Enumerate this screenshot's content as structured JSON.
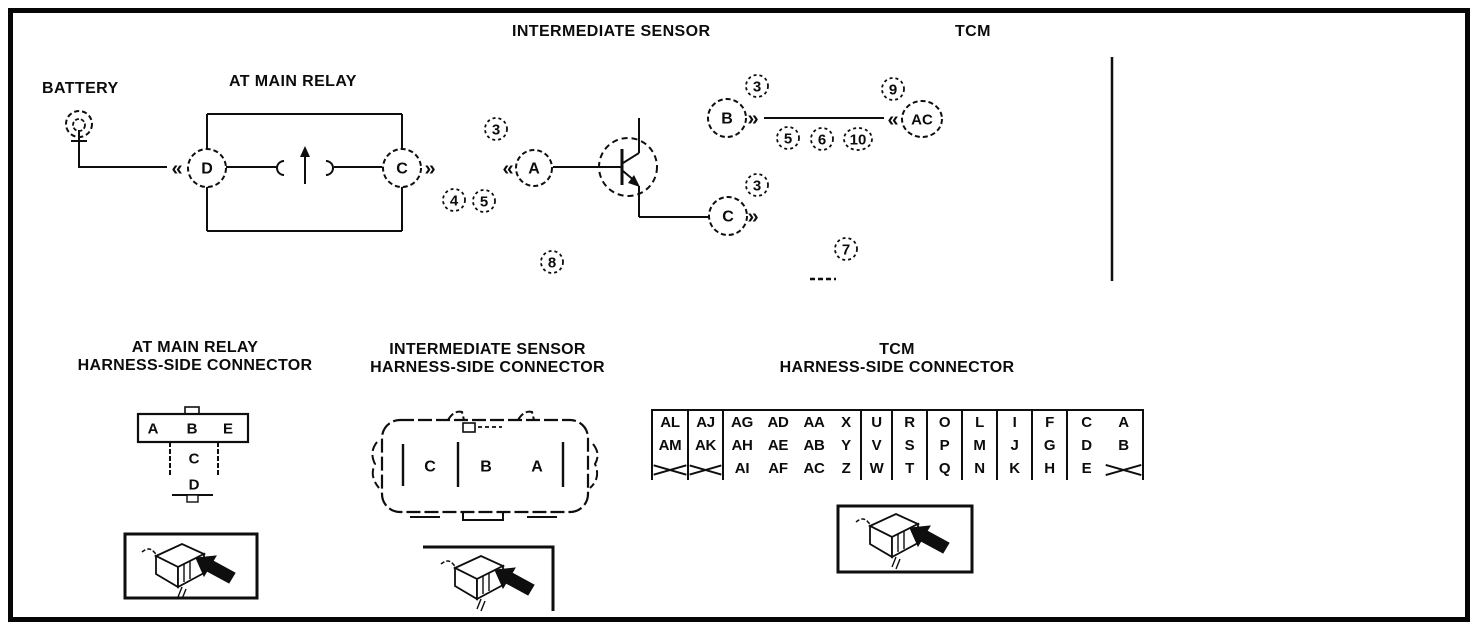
{
  "diagram": {
    "top_labels": {
      "intermediate_sensor": "INTERMEDIATE SENSOR",
      "tcm": "TCM"
    },
    "battery_label": "BATTERY",
    "relay_label": "AT MAIN RELAY",
    "terminals": {
      "relay_d": "D",
      "relay_c": "C",
      "sensor_a": "A",
      "sensor_b": "B",
      "sensor_c": "C",
      "tcm_ac": "AC"
    },
    "callouts": {
      "n3_a": "3",
      "n4": "4",
      "n5_a": "5",
      "n8": "8",
      "n3_b": "3",
      "n9": "9",
      "n5_b": "5",
      "n6": "6",
      "n10": "10",
      "n3_c": "3",
      "n7": "7"
    },
    "icons": {
      "terminal_out": "»",
      "terminal_in": "«"
    }
  },
  "connectors": {
    "at_main_relay": {
      "title_line1": "AT MAIN RELAY",
      "title_line2": "HARNESS-SIDE CONNECTOR",
      "pins_row": [
        "A",
        "B",
        "E"
      ],
      "pin_c": "C",
      "pin_d": "D"
    },
    "intermediate_sensor": {
      "title_line1": "INTERMEDIATE SENSOR",
      "title_line2": "HARNESS-SIDE CONNECTOR",
      "pins": [
        "C",
        "B",
        "A"
      ]
    },
    "tcm": {
      "title_line1": "TCM",
      "title_line2": "HARNESS-SIDE CONNECTOR",
      "groups": [
        {
          "cols": [
            [
              "AL",
              "AM",
              "✕"
            ]
          ]
        },
        {
          "cols": [
            [
              "AJ",
              "AK",
              "✕"
            ]
          ]
        },
        {
          "cols": [
            [
              "AG",
              "AH",
              "AI"
            ],
            [
              "AD",
              "AE",
              "AF"
            ],
            [
              "AA",
              "AB",
              "AC"
            ],
            [
              "X",
              "Y",
              "Z"
            ]
          ]
        },
        {
          "cols": [
            [
              "U",
              "V",
              "W"
            ]
          ]
        },
        {
          "cols": [
            [
              "R",
              "S",
              "T"
            ]
          ]
        },
        {
          "cols": [
            [
              "O",
              "P",
              "Q"
            ]
          ]
        },
        {
          "cols": [
            [
              "L",
              "M",
              "N"
            ]
          ]
        },
        {
          "cols": [
            [
              "I",
              "J",
              "K"
            ]
          ]
        },
        {
          "cols": [
            [
              "F",
              "G",
              "H"
            ]
          ]
        },
        {
          "cols": [
            [
              "C",
              "D",
              "E"
            ],
            [
              "A",
              "B",
              "✕"
            ]
          ]
        }
      ]
    }
  }
}
